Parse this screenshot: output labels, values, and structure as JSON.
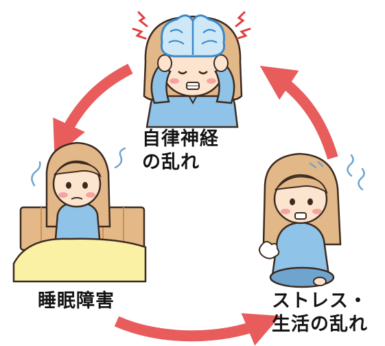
{
  "nodes": {
    "top": {
      "lines": [
        "自律神経",
        "の乱れ"
      ]
    },
    "left": {
      "lines": [
        "睡眠障害"
      ]
    },
    "right": {
      "lines": [
        "ストレス・",
        "生活の乱れ"
      ]
    }
  },
  "colors": {
    "arrow": "#e85c5c",
    "hair": "#e3b888",
    "hair_shade": "#c98f55",
    "skin": "#fde4cf",
    "cheek": "#f6a3a0",
    "shirt": "#8fc3e8",
    "shirt_shade": "#6fa4cf",
    "brain": "#cfe8f8",
    "brain_line": "#3a89c8",
    "bed_frame": "#e4b987",
    "blanket": "#fbf1a4",
    "outline": "#3b2a20"
  }
}
